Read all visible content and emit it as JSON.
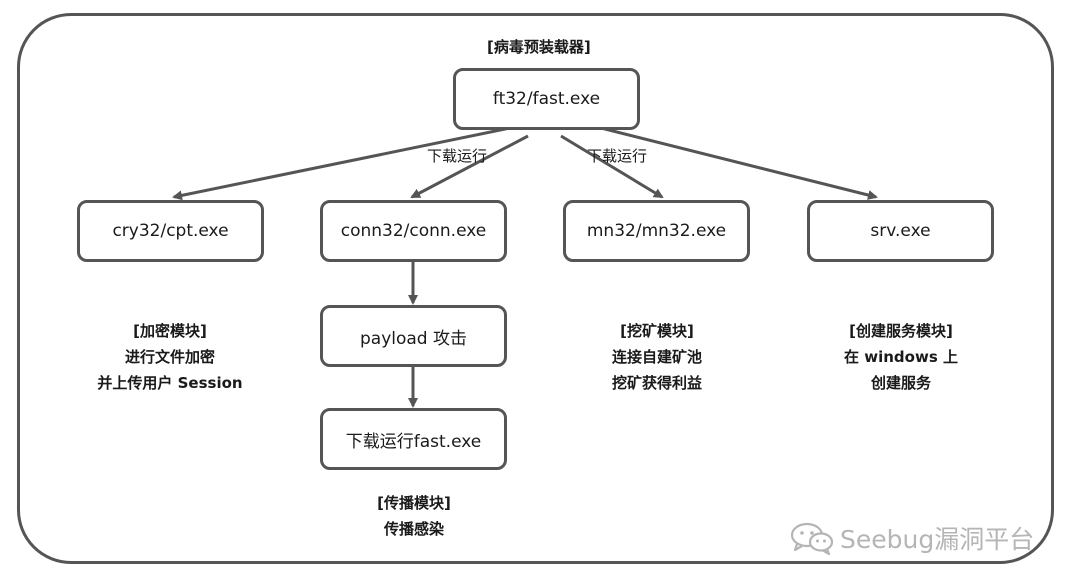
{
  "loader": {
    "title": "[病毒预装载器]",
    "name": "ft32/fast.exe"
  },
  "edge_labels": {
    "left": "下载运行",
    "right": "下载运行"
  },
  "modules": [
    {
      "name": "cry32/cpt.exe",
      "description": [
        "[加密模块]",
        "进行文件加密",
        "并上传用户 Session"
      ]
    },
    {
      "name": "conn32/conn.exe",
      "description": []
    },
    {
      "name": "mn32/mn32.exe",
      "description": [
        "[挖矿模块]",
        "连接自建矿池",
        "挖矿获得利益"
      ]
    },
    {
      "name": "srv.exe",
      "description": [
        "[创建服务模块]",
        "在 windows 上",
        "创建服务"
      ]
    }
  ],
  "propagation_chain": {
    "step1": "payload 攻击",
    "step2": "下载运行fast.exe",
    "description": [
      "[传播模块]",
      "传播感染"
    ]
  },
  "watermark": {
    "icon": "wechat-icon",
    "text": "Seebug漏洞平台"
  },
  "colors": {
    "stroke": "#555555",
    "watermark": "#b5b5b5"
  }
}
